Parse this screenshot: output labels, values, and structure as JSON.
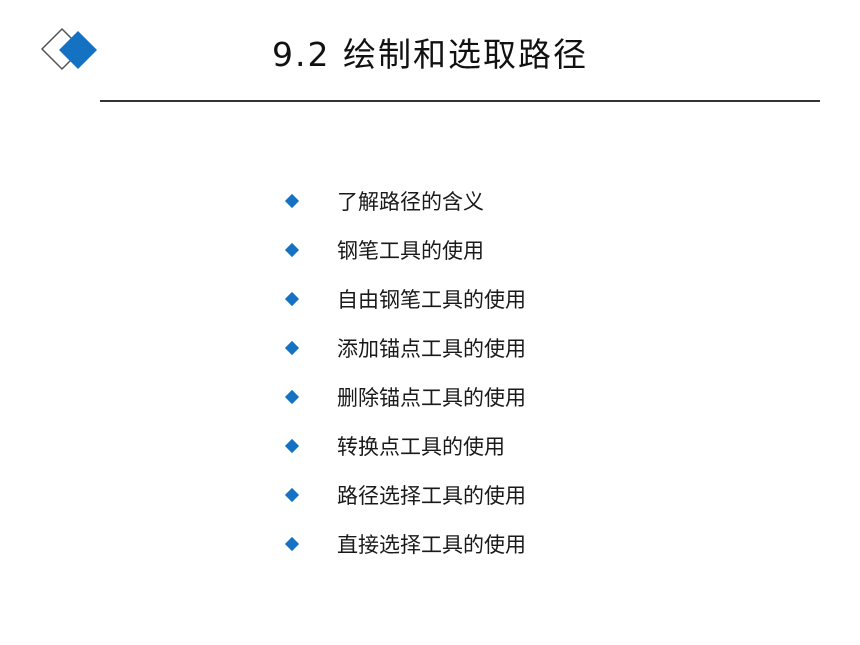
{
  "slide": {
    "title": "9.2   绘制和选取路径",
    "accent_color": "#1571c2",
    "logo_icon": "diamond-logo-icon",
    "bullet_icon": "diamond-bullet-icon",
    "items": [
      "了解路径的含义",
      "钢笔工具的使用",
      "自由钢笔工具的使用",
      "添加锚点工具的使用",
      "删除锚点工具的使用",
      "转换点工具的使用",
      "路径选择工具的使用",
      "直接选择工具的使用"
    ]
  }
}
